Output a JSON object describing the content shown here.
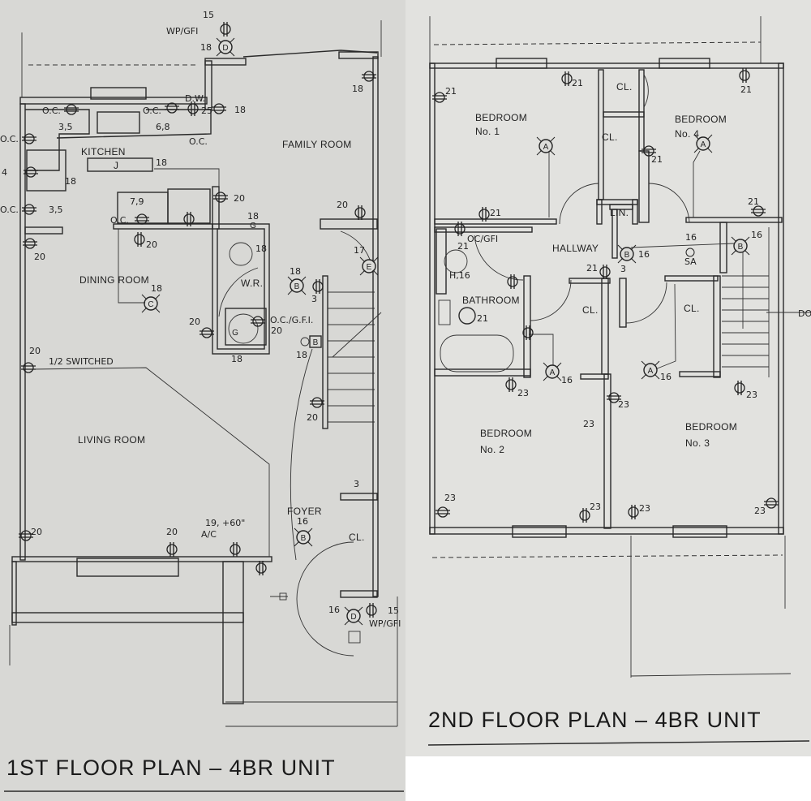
{
  "first_floor": {
    "title": "1ST FLOOR PLAN  –  4BR UNIT",
    "rooms": {
      "kitchen": "KITCHEN",
      "family_room": "FAMILY ROOM",
      "dining_room": "DINING ROOM",
      "wr": "W.R.",
      "living_room": "LIVING ROOM",
      "foyer": "FOYER",
      "closet": "CL."
    },
    "notes": {
      "wp_gfi_top": "WP/GFI",
      "n15_top": "15",
      "n18_d": "18",
      "dw": "D.W.",
      "n25": "25",
      "n18_dw": "18",
      "oc_1": "O.C.",
      "n35_a": "3,5",
      "oc_2": "O.C.",
      "n68": "6,8",
      "oc_3": "O.C.",
      "oc_4": "O.C.",
      "n4": "4",
      "oc_5": "O.C.",
      "n35_b": "3,5",
      "n18_range": "18",
      "junction": "J",
      "n18_j": "18",
      "n18_fr": "18",
      "n79": "7,9",
      "oc_6": "O.C.",
      "n20_dr": "20",
      "n20_k": "20",
      "n20_left": "20",
      "n18_c": "18",
      "n18_wr_top": "18",
      "n18_wr": "18",
      "n20_fr": "20",
      "n17": "17",
      "n18_b": "18",
      "n3": "3",
      "n20_wr": "20",
      "oc_gfi": "O.C./G.F.I.",
      "n20_gfi": "20",
      "n18_wr_bot": "18",
      "n18_bbox": "18",
      "n20_lr": "20",
      "half_switched": "1/2 SWITCHED",
      "n20_stair": "20",
      "n20_lr_bot": "20",
      "n20_mid": "20",
      "ac": "19, +60\"",
      "ac_label": "A/C",
      "n16_foyer": "16",
      "n3_foyer": "3",
      "n16_d": "16",
      "n15_bot": "15",
      "wp_gfi_bot": "WP/GFI"
    },
    "fixtures": {
      "d_top": "D",
      "e": "E",
      "b_fr": "B",
      "c": "C",
      "g1": "G",
      "g2": "G",
      "b_box": "B",
      "b_foyer": "B",
      "d_bot": "D"
    }
  },
  "second_floor": {
    "title": "2ND FLOOR PLAN  –  4BR UNIT",
    "rooms": {
      "bedroom1": "BEDROOM",
      "bedroom1_no": "No. 1",
      "closet_a": "CL.",
      "closet_b": "CL.",
      "bedroom4": "BEDROOM",
      "bedroom4_no": "No. 4",
      "linen": "LIN.",
      "hallway": "HALLWAY",
      "bathroom": "BATHROOM",
      "closet_c": "CL.",
      "closet_d": "CL.",
      "bedroom2": "BEDROOM",
      "bedroom2_no": "No. 2",
      "bedroom3": "BEDROOM",
      "bedroom3_no": "No. 3"
    },
    "notes": {
      "n21_a": "21",
      "n21_b": "21",
      "n21_c": "21",
      "n21_d": "21",
      "n21_e": "21",
      "n21_f": "21",
      "oc_gfi": "OC/GFI",
      "n21_g": "21",
      "h16": "H,16",
      "n21_bath": "21",
      "n16_b": "16",
      "n16_b2": "16",
      "n16_sa": "16",
      "n21_hall": "21",
      "n3": "3",
      "sa": "SA",
      "n16_a2": "16",
      "n16_a3": "16",
      "n23_a": "23",
      "n23_b": "23",
      "n23_c": "23",
      "n23_d": "23",
      "n23_e": "23",
      "n23_f": "23",
      "n23_g": "23",
      "n23_h": "23",
      "down": "DO"
    },
    "fixtures": {
      "a1": "A",
      "a4": "A",
      "b_hall": "B",
      "b_stair": "B",
      "a2": "A",
      "a3": "A"
    }
  }
}
